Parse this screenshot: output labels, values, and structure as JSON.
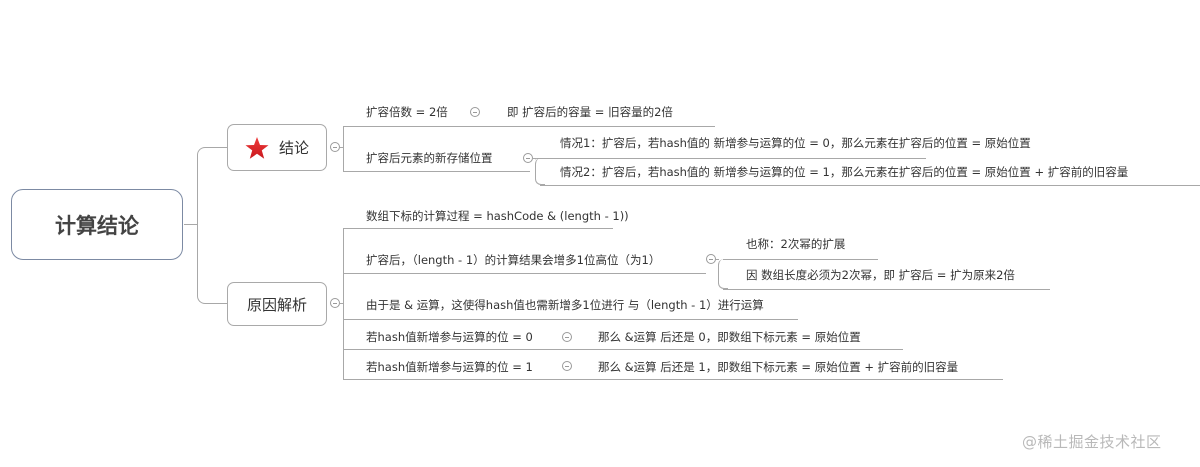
{
  "mindmap": {
    "root": {
      "label": "计算结论"
    },
    "branches": [
      {
        "label": "结论",
        "icon": "star-icon",
        "icon_color": "#e0262b",
        "children": [
          {
            "label": "扩容倍数 = 2倍",
            "children": [
              {
                "label": "即 扩容后的容量 = 旧容量的2倍"
              }
            ]
          },
          {
            "label": "扩容后元素的新存储位置",
            "children": [
              {
                "label": "情况1：扩容后，若hash值的 新增参与运算的位 = 0，那么元素在扩容后的位置 = 原始位置"
              },
              {
                "label": "情况2：扩容后，若hash值的 新增参与运算的位 = 1，那么元素在扩容后的位置 = 原始位置 + 扩容前的旧容量"
              }
            ]
          }
        ]
      },
      {
        "label": "原因解析",
        "children": [
          {
            "label": "数组下标的计算过程 = hashCode & (length - 1))"
          },
          {
            "label": "扩容后，（length - 1）的计算结果会增多1位高位（为1）",
            "children": [
              {
                "label": "也称：2次幂的扩展"
              },
              {
                "label": "因 数组长度必须为2次幂，即 扩容后 = 扩为原来2倍"
              }
            ]
          },
          {
            "label": "由于是 & 运算，这使得hash值也需新增多1位进行 与（length - 1）进行运算"
          },
          {
            "label": "若hash值新增参与运算的位 = 0",
            "children": [
              {
                "label": "那么 &运算 后还是 0，即数组下标元素 = 原始位置"
              }
            ]
          },
          {
            "label": "若hash值新增参与运算的位 = 1",
            "children": [
              {
                "label": "那么 &运算 后还是 1，即数组下标元素 = 原始位置 + 扩容前的旧容量"
              }
            ]
          }
        ]
      }
    ]
  },
  "colors": {
    "line": "#a8a8a8",
    "root_border": "#7c8aa3",
    "star": "#e0262b",
    "text": "#333333"
  },
  "watermark": "@稀土掘金技术社区"
}
